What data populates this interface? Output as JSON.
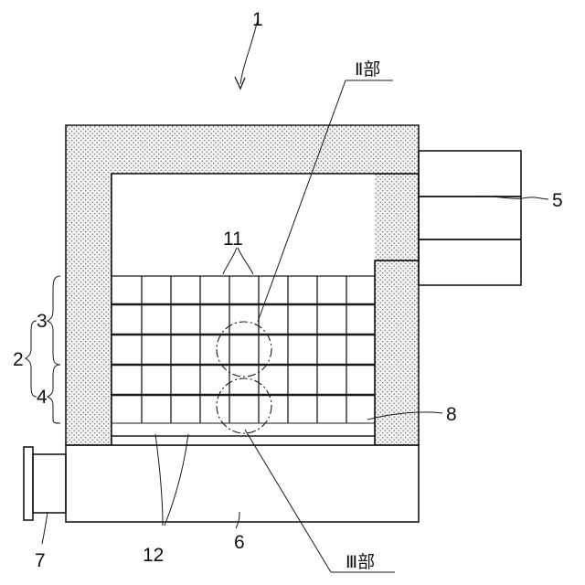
{
  "labels": {
    "assembly": "1",
    "group": "2",
    "upper_layer": "3",
    "lower_layer": "4",
    "outlet_pipe": "5",
    "base_chamber": "6",
    "inlet_pipe": "7",
    "brick_layer": "8",
    "upper_blocks": "11",
    "lower_blocks": "12",
    "detail_2": "Ⅱ部",
    "detail_3": "Ⅲ部"
  }
}
